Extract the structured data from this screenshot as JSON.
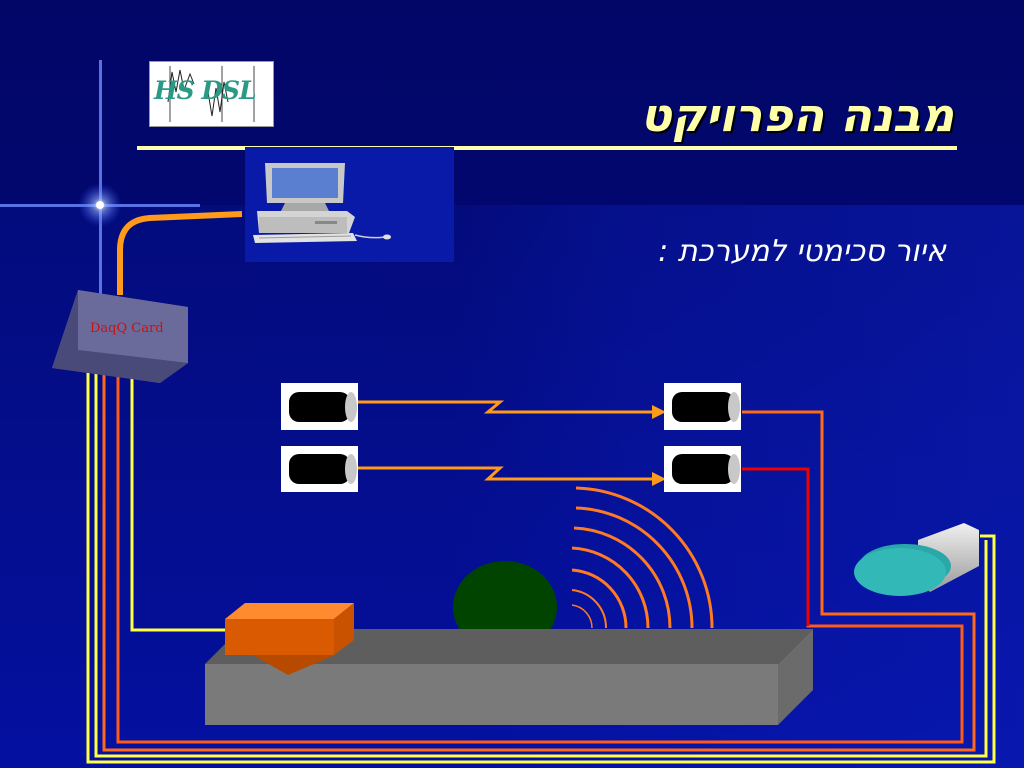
{
  "slide": {
    "title": "מבנה הפרויקט",
    "subtitle": "איור סכימטי למערכת :"
  },
  "logo": {
    "text": "HS DSL"
  },
  "diagram": {
    "daq_label": "DaqQ Card"
  },
  "colors": {
    "background": "#02007f",
    "title": "#ffffaa",
    "cable_yellow": "#ffff44",
    "cable_orange": "#ff7a22",
    "cable_red": "#ee0000",
    "beam": "#ff9a1a",
    "platform": "#7a7a7a",
    "actuator": "#d95a00",
    "ball": "#004400",
    "speaker": "#33b8b8"
  }
}
